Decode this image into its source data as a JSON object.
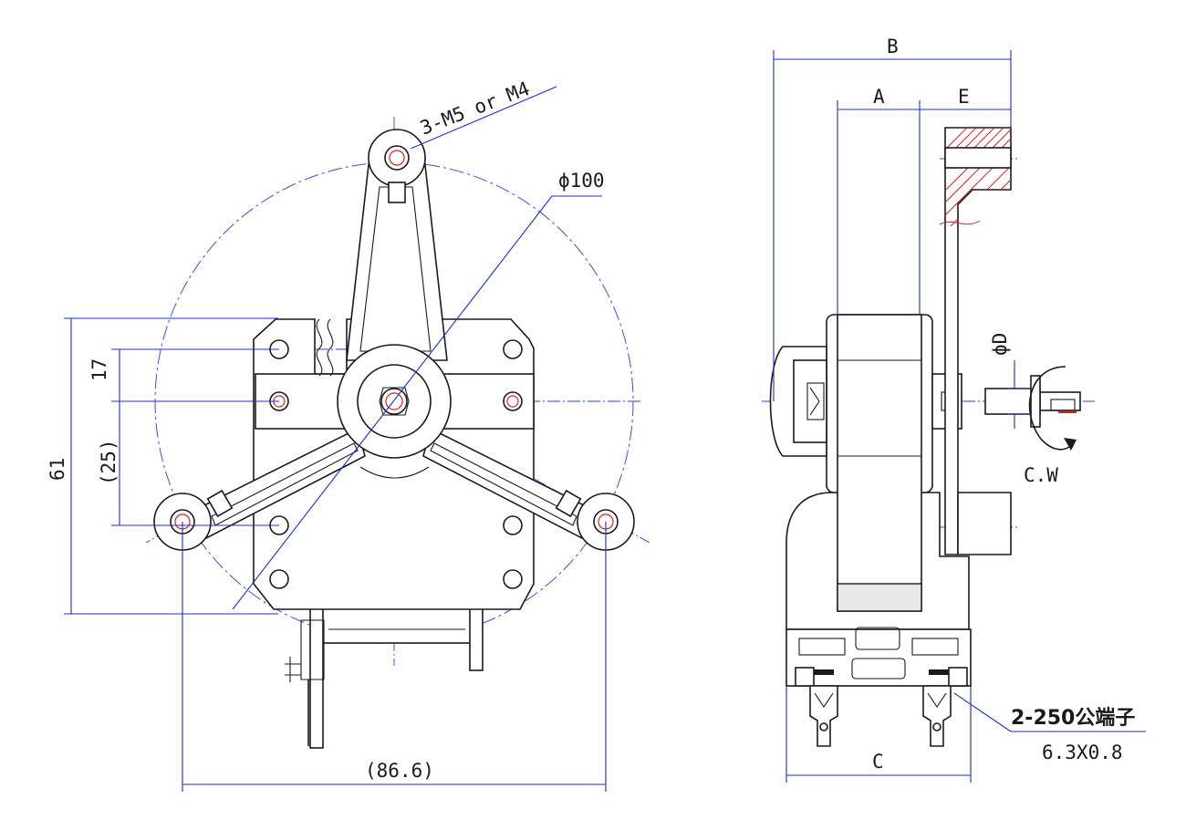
{
  "labels": {
    "thread_note": "3-M5 or M4",
    "pcd_diameter": "ϕ100",
    "dim_17": "17",
    "dim_25": "(25)",
    "dim_61": "61",
    "dim_86_6": "(86.6)",
    "dim_b": "B",
    "dim_a": "A",
    "dim_e": "E",
    "dim_c": "C",
    "dim_d": "ϕD",
    "rotation": "C.W",
    "terminal_line1": "2-250公端子",
    "terminal_line2": "6.3X0.8"
  },
  "colors": {
    "outline": "#1a1a1a",
    "dimension": "#1b2fd6",
    "highlight": "#d42020"
  }
}
